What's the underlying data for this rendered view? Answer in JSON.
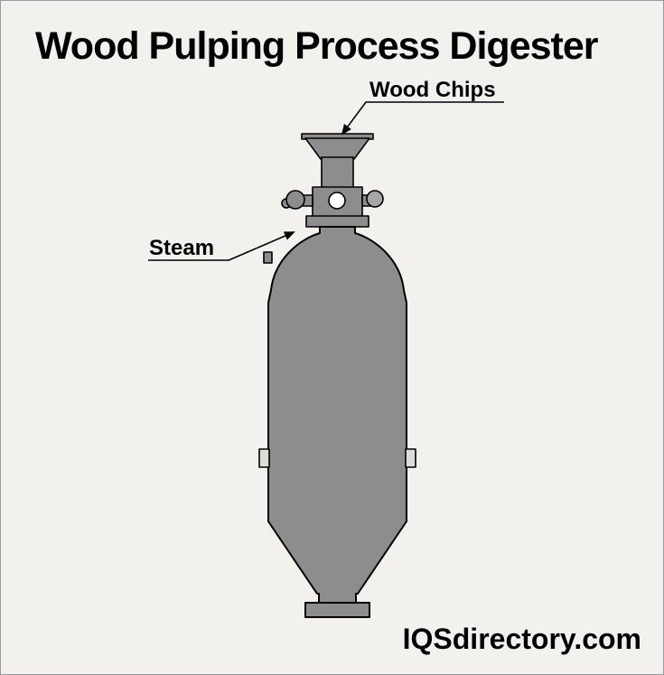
{
  "title": "Wood Pulping Process Digester",
  "labels": {
    "wood_chips": "Wood Chips",
    "steam": "Steam"
  },
  "watermark": "IQSdirectory.com",
  "colors": {
    "background": "#f2f1ee",
    "vessel_fill": "#8d8d8d",
    "outline": "#000000",
    "handwheel_left": "#8d8d8d",
    "handwheel_right": "#a6a6a6",
    "lug_fill": "#dedcd8",
    "port_fill": "#ffffff"
  }
}
